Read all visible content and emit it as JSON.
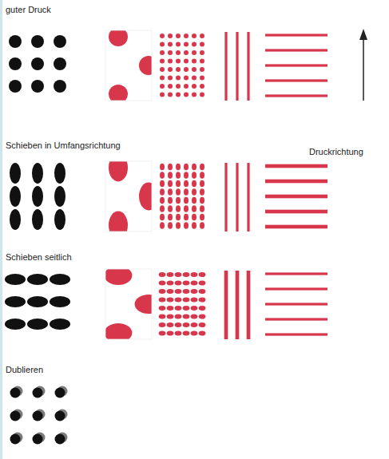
{
  "diagram": {
    "labels": [
      "guter Druck",
      "Schieben in Umfangsrichtung",
      "Druckrichtung",
      "Schieben seitlich",
      "Dublieren"
    ]
  }
}
